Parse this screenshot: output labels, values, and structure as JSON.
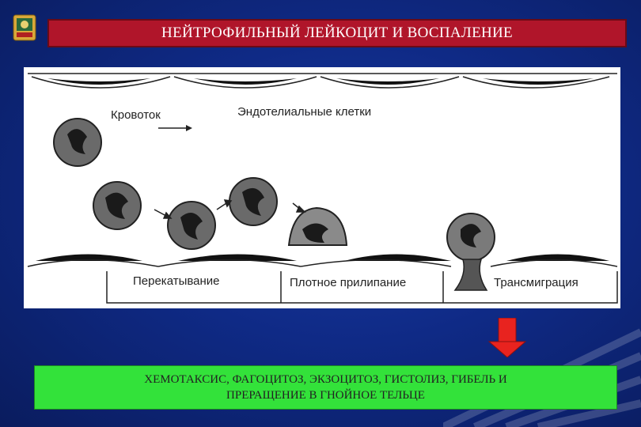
{
  "title": "НЕЙТРОФИЛЬНЫЙ ЛЕЙКОЦИТ И ВОСПАЛЕНИЕ",
  "diagram": {
    "labels": {
      "blood_flow": "Кровоток",
      "endothelial": "Эндотелиальные клетки",
      "rolling": "Перекатывание",
      "adhesion": "Плотное прилипание",
      "transmigration": "Трансмиграция"
    }
  },
  "footer": {
    "line1": "ХЕМОТАКСИС, ФАГОЦИТОЗ, ЭКЗОЦИТОЗ, ГИСТОЛИЗ, ГИБЕЛЬ И",
    "line2": "ПРЕРАЩЕНИЕ В ГНОЙНОЕ ТЕЛЬЦЕ"
  },
  "colors": {
    "title_bg": "#b0152a",
    "footer_bg": "#33e23a",
    "arrow": "#e8231f"
  }
}
